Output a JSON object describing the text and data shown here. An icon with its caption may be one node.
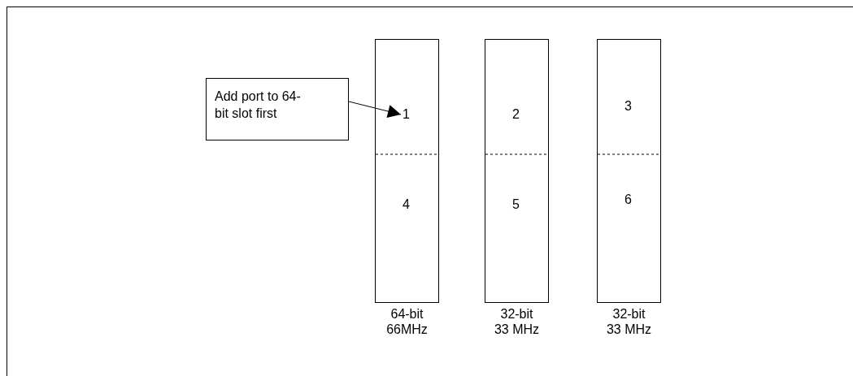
{
  "diagram": {
    "nodes": [
      {
        "text": [
          "Add port to 64-bit slot first"
        ]
      },
      {
        "text": [],
        "shape": "box",
        "beside": [
          "64-bit 66MHz"
        ]
      },
      {
        "text": [
          "1"
        ],
        "in": 1
      },
      {
        "text": [
          "4"
        ],
        "in": 1
      },
      {
        "text": [],
        "shape": "box",
        "beside": [
          "32-bit 33 MHz"
        ]
      },
      {
        "text": [
          "2"
        ],
        "in": 4
      },
      {
        "text": [
          "5"
        ],
        "in": 4
      },
      {
        "text": [],
        "shape": "box",
        "beside": [
          "32-bit 33 MHz"
        ]
      },
      {
        "text": [
          "3"
        ],
        "in": 7
      },
      {
        "text": [
          "6"
        ],
        "in": 7
      }
    ],
    "edges": [
      {
        "from": 0,
        "to": 2,
        "arrow": "to"
      }
    ]
  }
}
